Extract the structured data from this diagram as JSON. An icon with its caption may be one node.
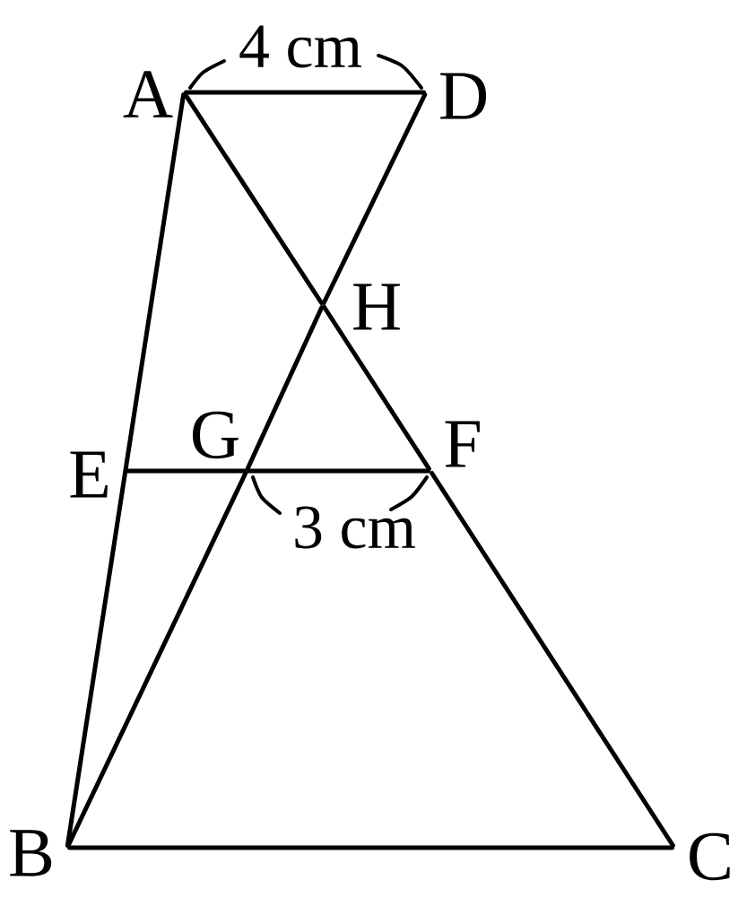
{
  "diagram": {
    "nodes": [
      {
        "text": [
          "A"
        ]
      },
      {
        "text": [
          "D"
        ]
      },
      {
        "text": [
          "H"
        ]
      },
      {
        "text": [
          "E"
        ]
      },
      {
        "text": [
          "G"
        ]
      },
      {
        "text": [
          "F"
        ]
      },
      {
        "text": [
          "B"
        ]
      },
      {
        "text": [
          "C"
        ]
      }
    ],
    "edges": [
      {
        "from": 0,
        "to": 1,
        "arrow": "none"
      },
      {
        "from": 0,
        "to": 6,
        "arrow": "none"
      },
      {
        "from": 6,
        "to": 7,
        "arrow": "none"
      },
      {
        "from": 0,
        "to": 2,
        "arrow": "none"
      },
      {
        "from": 2,
        "to": 5,
        "arrow": "none"
      },
      {
        "from": 5,
        "to": 7,
        "arrow": "none"
      },
      {
        "from": 1,
        "to": 2,
        "arrow": "none"
      },
      {
        "from": 2,
        "to": 4,
        "arrow": "none"
      },
      {
        "from": 4,
        "to": 6,
        "arrow": "none"
      },
      {
        "from": 3,
        "to": 4,
        "arrow": "none"
      },
      {
        "from": 4,
        "to": 5,
        "arrow": "none"
      }
    ],
    "labels": [
      "4 cm",
      "3 cm"
    ]
  }
}
